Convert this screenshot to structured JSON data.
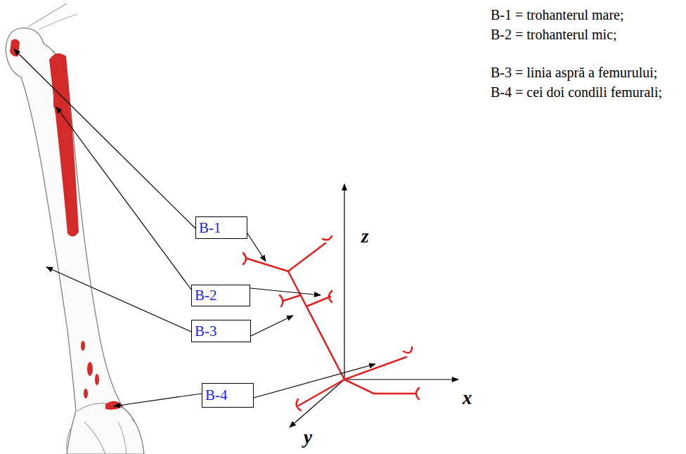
{
  "diagram": {
    "nodes": [
      {
        "text": [
          "B-1"
        ]
      },
      {
        "text": [
          "B-2"
        ]
      },
      {
        "text": [
          "B-3"
        ]
      },
      {
        "text": [
          "B-4"
        ]
      }
    ],
    "labels": [
      "B-1 = trohanterul mare;",
      "B-2 = trohanterul mic;",
      "B-3 = linia aspră a femurului;",
      "B-4 = cei doi condili femurali;",
      "z",
      "x",
      "y"
    ]
  }
}
